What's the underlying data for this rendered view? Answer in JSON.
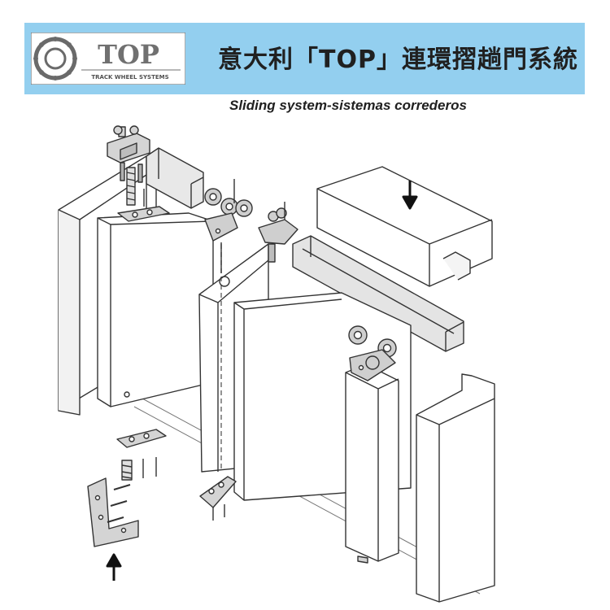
{
  "header": {
    "brand_mark": "TOP",
    "brand_tagline": "TRACK WHEEL SYSTEMS",
    "title": "意大利「TOP」連環摺趟門系統"
  },
  "subtitle": "Sliding system-sistemas correderos",
  "colors": {
    "header_bg": "#93cfef",
    "line": "#333333",
    "part_fill": "#d4d4d4",
    "door_fill": "#ffffff"
  },
  "icons": [
    "down-arrow-icon",
    "up-arrow-icon"
  ]
}
